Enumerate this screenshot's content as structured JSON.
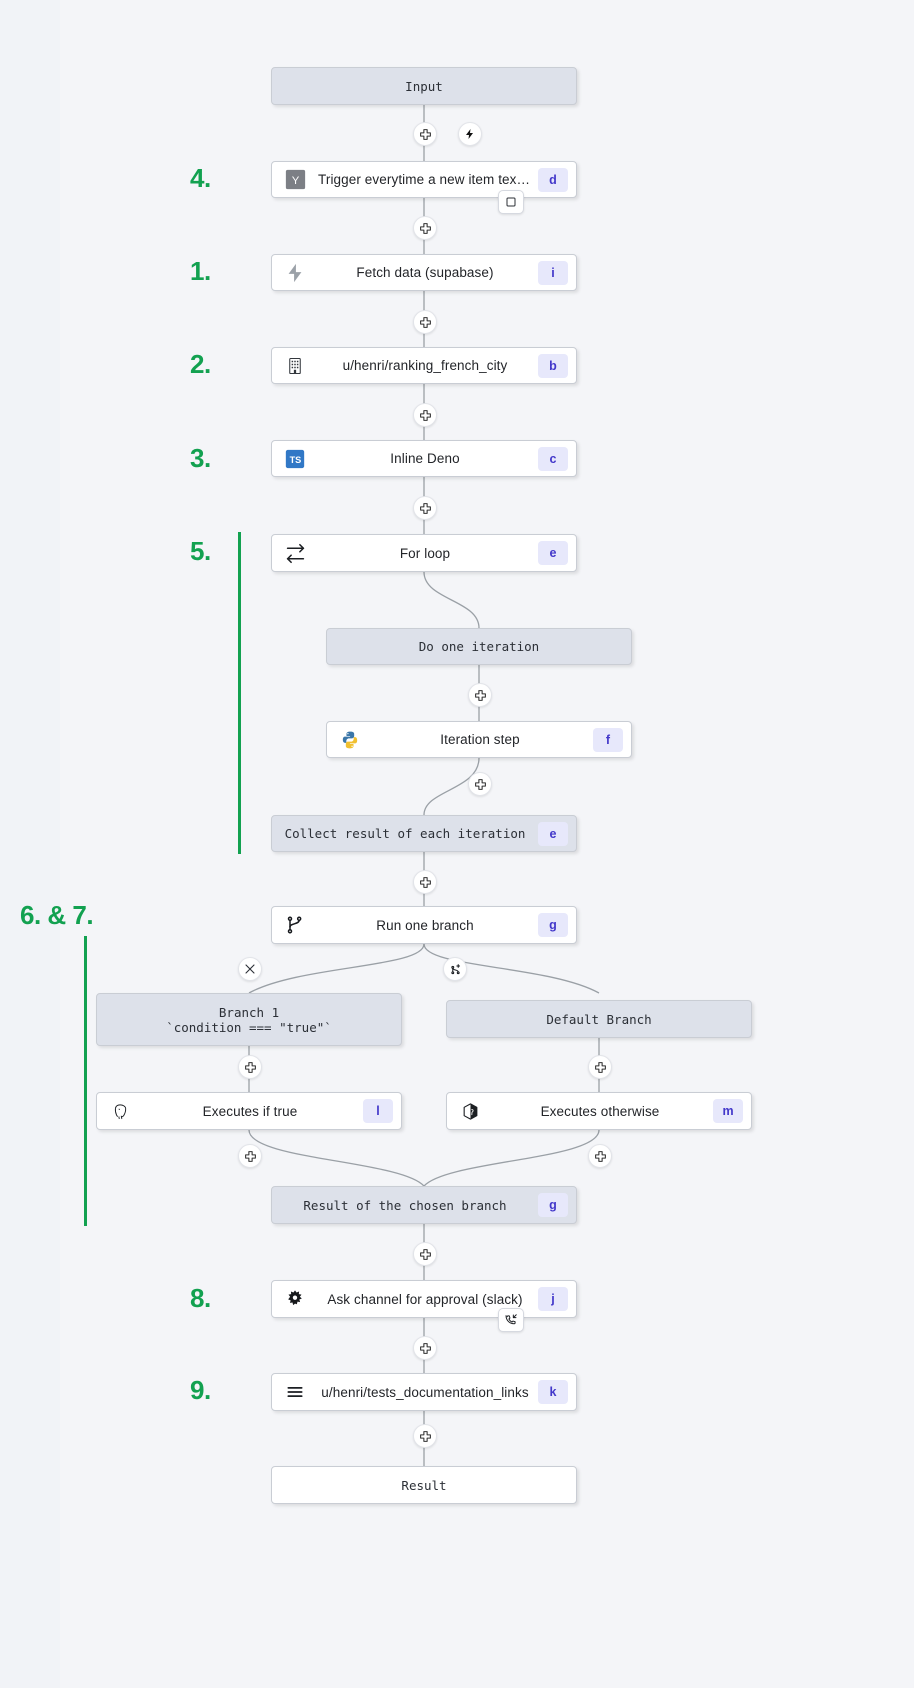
{
  "diagram": {
    "title": "Windmill flow graph",
    "colors": {
      "canvas_bg": "#f1f3f7",
      "panel_bg": "#f4f5f8",
      "node_white": "#ffffff",
      "node_gray": "#dde1ea",
      "node_border": "#c9cdd4",
      "edge": "#9aa0a6",
      "badge_bg": "#e7e8fb",
      "badge_fg": "#4338ca",
      "annotation_green": "#12a150"
    }
  },
  "nodes": {
    "input": {
      "label": "Input",
      "style": "gray",
      "mono": true
    },
    "trigger": {
      "label": "Trigger everytime a new item text o…",
      "style": "white",
      "icon": "yaml-y-icon",
      "badge": "d"
    },
    "fetch": {
      "label": "Fetch data (supabase)",
      "style": "white",
      "icon": "supabase-bolt-icon",
      "badge": "i"
    },
    "ranking": {
      "label": "u/henri/ranking_french_city",
      "style": "white",
      "icon": "building-icon",
      "badge": "b"
    },
    "deno": {
      "label": "Inline Deno",
      "style": "white",
      "icon": "typescript-icon",
      "badge": "c"
    },
    "forloop": {
      "label": "For loop",
      "style": "white",
      "icon": "loop-arrows-icon",
      "badge": "e"
    },
    "do_iteration": {
      "label": "Do one iteration",
      "style": "gray",
      "mono": true
    },
    "iteration_step": {
      "label": "Iteration step",
      "style": "white",
      "icon": "python-icon",
      "badge": "f"
    },
    "collect": {
      "label": "Collect result of each iteration",
      "style": "gray",
      "mono": true,
      "badge": "e"
    },
    "run_branch": {
      "label": "Run one branch",
      "style": "white",
      "icon": "branch-fork-icon",
      "badge": "g"
    },
    "branch_one": {
      "label": "Branch 1",
      "label2": "`condition === \"true\"`",
      "style": "gray",
      "mono": true
    },
    "default_branch": {
      "label": "Default Branch",
      "style": "gray",
      "mono": true
    },
    "executes_if_true": {
      "label": "Executes if true",
      "style": "white",
      "icon": "postgres-elephant-icon",
      "badge": "l"
    },
    "executes_other": {
      "label": "Executes otherwise",
      "style": "white",
      "icon": "deno-cube-icon",
      "badge": "m"
    },
    "branch_result": {
      "label": "Result of the chosen branch",
      "style": "gray",
      "mono": true,
      "badge": "g"
    },
    "slack": {
      "label": "Ask channel for approval (slack)",
      "style": "white",
      "icon": "slack-gear-icon",
      "badge": "j"
    },
    "tests_docs": {
      "label": "u/henri/tests_documentation_links",
      "style": "white",
      "icon": "hamburger-lines-icon",
      "badge": "k"
    },
    "result": {
      "label": "Result",
      "style": "white",
      "mono": true
    }
  },
  "handles": {
    "plus": "plus-icon",
    "bolt": "bolt-icon",
    "close": "close-x-icon",
    "add_branch": "add-branch-icon"
  },
  "chips": {
    "trigger_chip": "stop-square-icon",
    "slack_chip": "phone-callback-icon"
  },
  "annotations": [
    {
      "text": "4.",
      "target": "trigger"
    },
    {
      "text": "1.",
      "target": "fetch"
    },
    {
      "text": "2.",
      "target": "ranking"
    },
    {
      "text": "3.",
      "target": "deno"
    },
    {
      "text": "5.",
      "target": "forloop"
    },
    {
      "text": "6. & 7.",
      "target": "run_branch"
    },
    {
      "text": "8.",
      "target": "slack"
    },
    {
      "text": "9.",
      "target": "tests_docs"
    }
  ]
}
